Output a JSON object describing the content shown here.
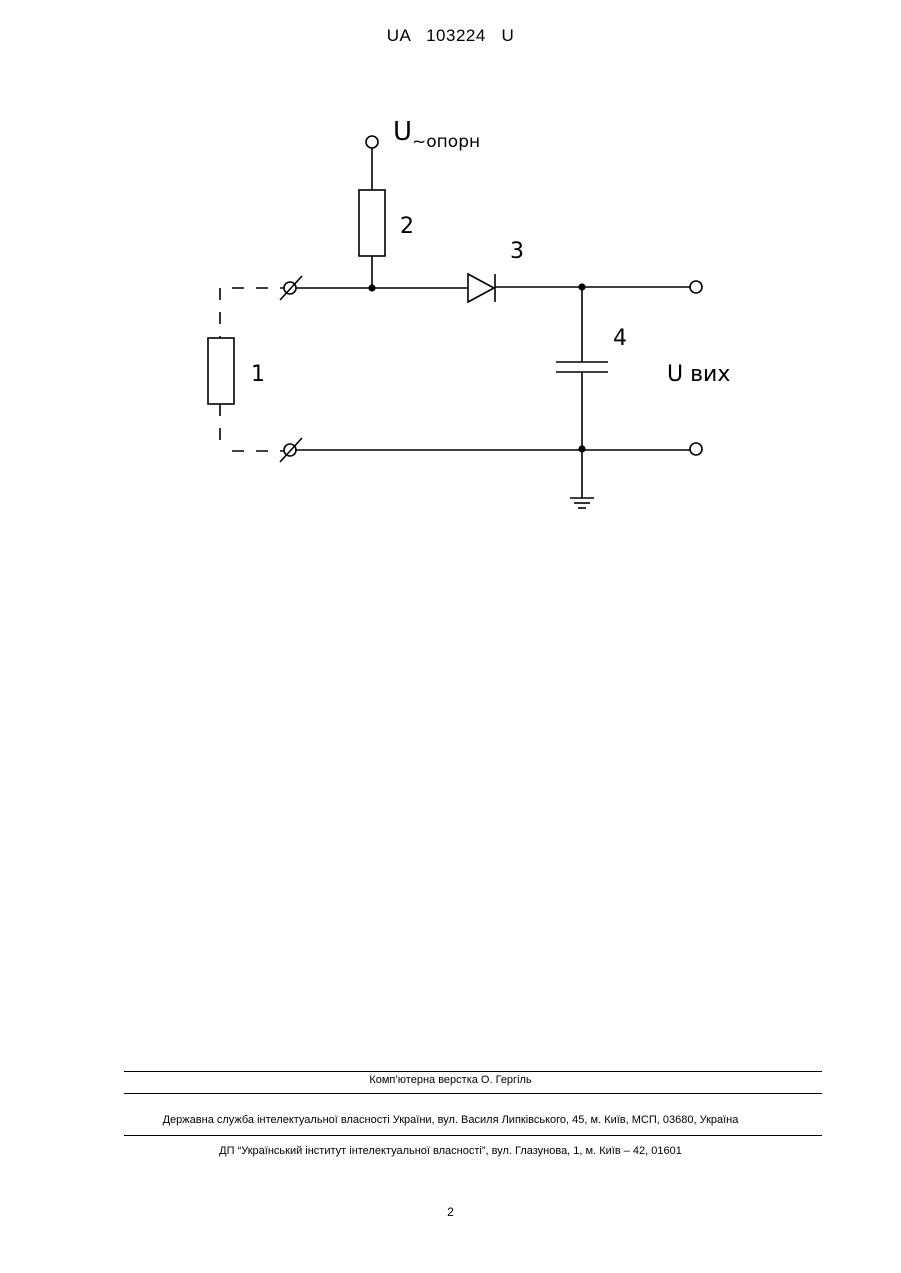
{
  "header": {
    "patent_number": "UA   103224   U"
  },
  "diagram": {
    "labels": {
      "u_ref_main": "U",
      "u_ref_sub": "~опорн",
      "resistor_2": "2",
      "diode_3": "3",
      "capacitor_4": "4",
      "resistor_1": "1",
      "u_out": "U вих"
    }
  },
  "footer": {
    "layout_credit": "Комп’ютерна верстка О. Гергіль",
    "agency_address": "Державна служба інтелектуальної власності України, вул. Василя Липківського, 45, м. Київ, МСП, 03680, Україна",
    "institute_address": "ДП “Український інститут інтелектуальної власності”, вул. Глазунова, 1, м. Київ – 42, 01601"
  },
  "page": {
    "number": "2"
  }
}
